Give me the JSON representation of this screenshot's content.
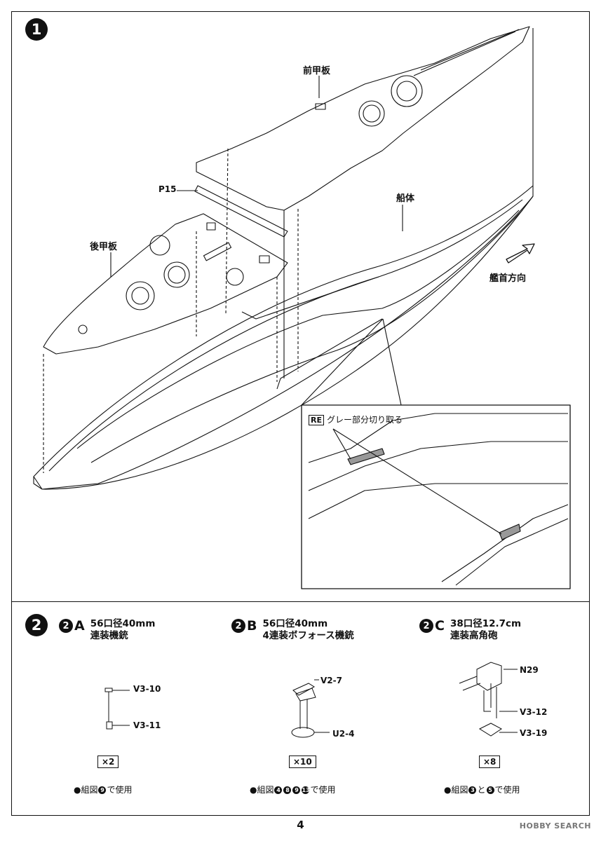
{
  "step1": {
    "number": "1",
    "labels": {
      "front_deck": "前甲板",
      "p15": "P15",
      "hull": "船体",
      "rear_deck": "後甲板",
      "bow_direction": "艦首方向"
    },
    "inset": {
      "re_tag": "RE",
      "instruction": "グレー部分切り取る"
    }
  },
  "step2": {
    "number": "2",
    "items": [
      {
        "badge": "2",
        "letter": "A",
        "title_line1": "56口径40mm",
        "title_line2": "連装機銃",
        "parts": [
          "V3-10",
          "V3-11"
        ],
        "qty": "×2",
        "usage_prefix": "●組図",
        "usage_steps": [
          "9"
        ],
        "usage_suffix": "で使用"
      },
      {
        "badge": "2",
        "letter": "B",
        "title_line1": "56口径40mm",
        "title_line2": "4連装ボフォース機銃",
        "parts": [
          "V2-7",
          "U2-4"
        ],
        "qty": "×10",
        "usage_prefix": "●組図",
        "usage_steps": [
          "4",
          "8",
          "9",
          "13"
        ],
        "usage_suffix": "で使用"
      },
      {
        "badge": "2",
        "letter": "C",
        "title_line1": "38口径12.7cm",
        "title_line2": "連装高角砲",
        "parts": [
          "N29",
          "V3-12",
          "V3-19"
        ],
        "qty": "×8",
        "usage_prefix": "●組図",
        "usage_steps": [
          "3",
          "5"
        ],
        "usage_mid": "と",
        "usage_suffix": "で使用"
      }
    ]
  },
  "footer": {
    "page_number": "4",
    "watermark": "HOBBY SEARCH"
  }
}
